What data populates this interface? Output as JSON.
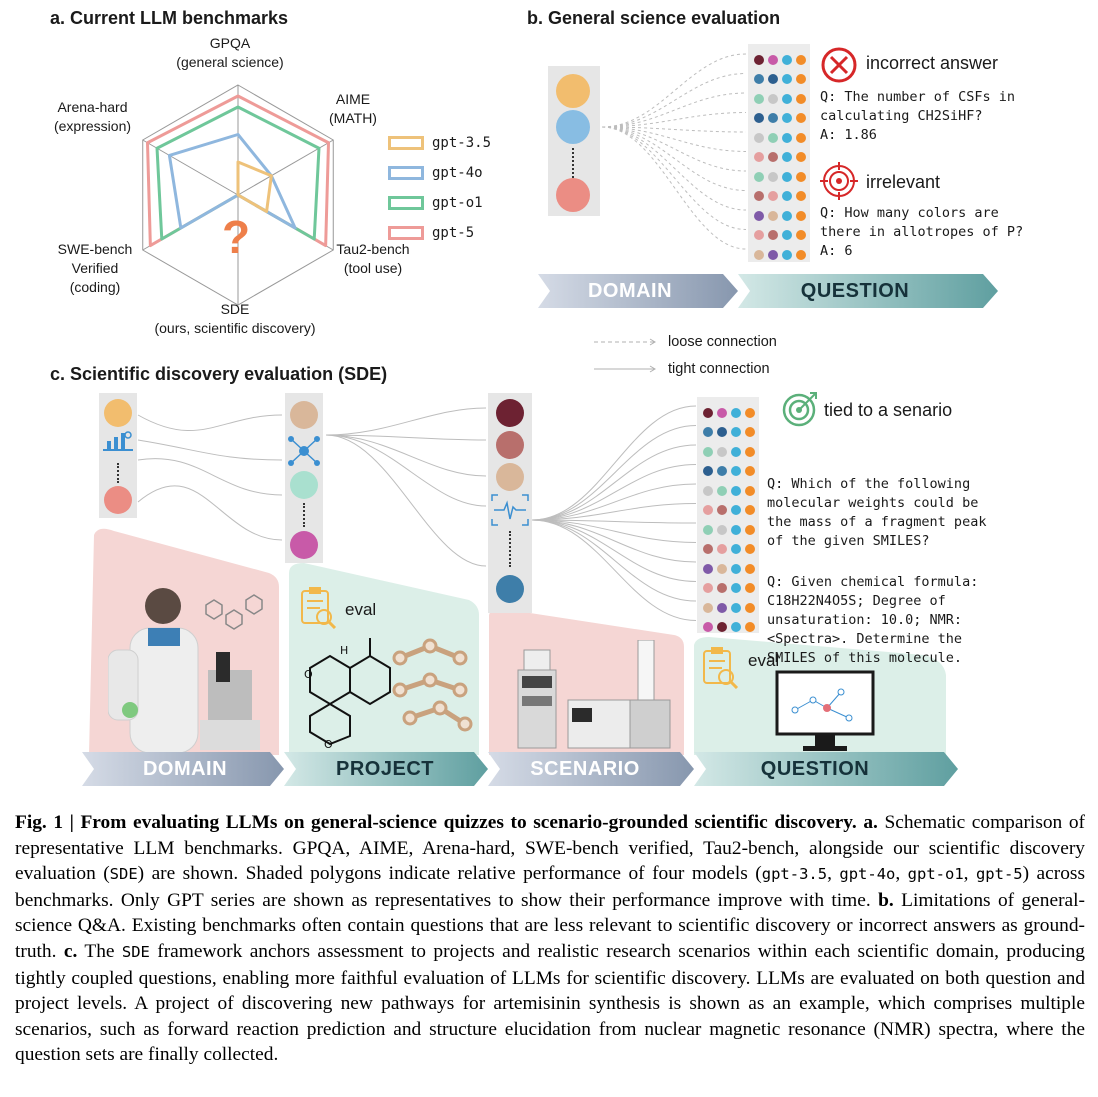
{
  "panel_a": {
    "title": "a. Current LLM benchmarks",
    "axes": [
      {
        "name": "GPQA",
        "sub": "(general science)"
      },
      {
        "name": "AIME",
        "sub": "(MATH)"
      },
      {
        "name": "Tau2-bench",
        "sub": "(tool use)"
      },
      {
        "name": "SDE",
        "sub": "(ours, scientific discovery)"
      },
      {
        "name": "SWE-bench",
        "sub": "Verified",
        "sub2": "(coding)"
      },
      {
        "name": "Arena-hard",
        "sub": "(expression)"
      }
    ],
    "legend": [
      "gpt-3.5",
      "gpt-4o",
      "gpt-o1",
      "gpt-5"
    ],
    "colors": [
      "#eec27a",
      "#8fb7de",
      "#6fc79a",
      "#ee9b98"
    ],
    "question_mark": "?"
  },
  "chart_data": {
    "type": "radar",
    "categories": [
      "GPQA",
      "AIME",
      "Tau2-bench",
      "SDE",
      "SWE-bench Verified",
      "Arena-hard"
    ],
    "series": [
      {
        "name": "gpt-3.5",
        "values": [
          0.3,
          0.35,
          0.3,
          0.0,
          0.0,
          0.0
        ]
      },
      {
        "name": "gpt-4o",
        "values": [
          0.55,
          0.35,
          0.6,
          0.0,
          0.6,
          0.72
        ]
      },
      {
        "name": "gpt-o1",
        "values": [
          0.8,
          0.85,
          0.8,
          0.0,
          0.8,
          0.85
        ]
      },
      {
        "name": "gpt-5",
        "values": [
          0.9,
          0.95,
          0.92,
          0.0,
          0.92,
          0.95
        ]
      }
    ]
  },
  "panel_b": {
    "title": "b. General science evaluation",
    "incorrect_label": "incorrect answer",
    "irrelevant_label": "irrelevant",
    "q1": "Q: The number of CSFs in",
    "q1b": "calculating CH2SiHF?",
    "a1": "A: 1.86",
    "q2": "Q: How many colors are",
    "q2b": "there in allotropes of P?",
    "a2": "A: 6",
    "bar_domain": "DOMAIN",
    "bar_question": "QUESTION"
  },
  "legend_conn": {
    "loose": "loose connection",
    "tight": "tight connection"
  },
  "panel_c": {
    "title": "c. Scientific discovery evaluation (SDE)",
    "tied": "tied to a senario",
    "q1": [
      "Q: Which of the following",
      "molecular weights could be",
      "the mass of a fragment peak",
      "of the given SMILES?"
    ],
    "q2": [
      "Q: Given chemical formula:",
      "C18H22N4O5S; Degree of",
      "unsaturation: 10.0; NMR:",
      "<Spectra>. Determine the",
      "SMILES of this molecule."
    ],
    "eval1": "eval",
    "eval2": "eval",
    "bars": [
      "DOMAIN",
      "PROJECT",
      "SCENARIO",
      "QUESTION"
    ]
  },
  "caption": {
    "head": "Fig.  1 |  From evaluating LLMs on general-science quizzes to scenario-grounded scientific discovery.",
    "a": "a.",
    "t1": "Schematic comparison of representative LLM benchmarks. GPQA, AIME, Arena-hard, SWE-bench verified, Tau2-bench, alongside our scientific discovery evaluation (",
    "sde1": "SDE",
    "t2": ") are shown. Shaded polygons indicate relative performance of four models (",
    "m1": "gpt-3.5",
    "m2": "gpt-4o",
    "m3": "gpt-o1",
    "m4": "gpt-5",
    "t3": ") across benchmarks. Only GPT series are shown as representatives to show their performance improve with time.",
    "b": "b.",
    "t4": "Limitations of general-science Q&A. Existing benchmarks often contain questions that are less relevant to scientific discovery or incorrect answers as ground-truth.",
    "c": "c.",
    "t5": "The",
    "sde2": "SDE",
    "t6": "framework anchors assessment to projects and realistic research scenarios within each scientific domain, producing tightly coupled questions, enabling more faithful evaluation of LLMs for scientific discovery. LLMs are evaluated on both question and project levels. A project of discovering new pathways for artemisinin synthesis is shown as an example, which comprises multiple scenarios, such as forward reaction prediction and structure elucidation from nuclear magnetic resonance (NMR) spectra, where the question sets are finally collected."
  }
}
